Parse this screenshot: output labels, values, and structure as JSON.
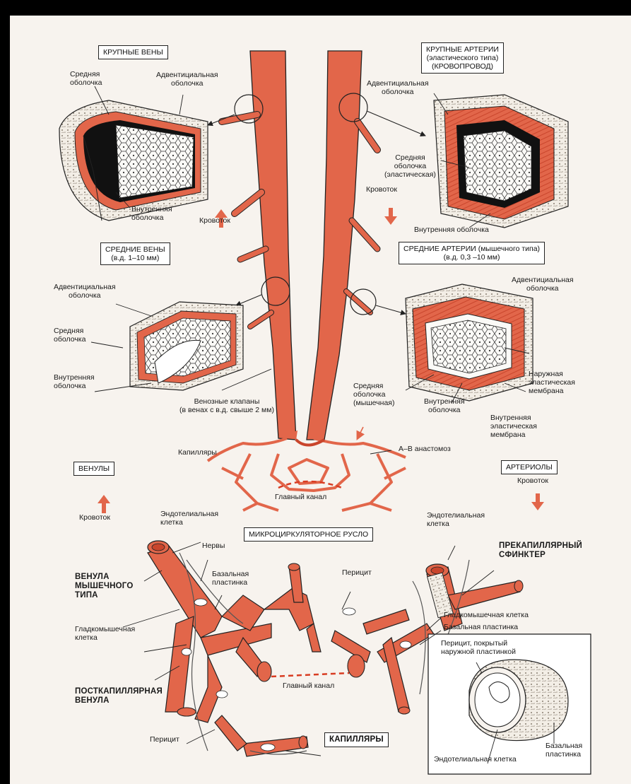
{
  "labels": {
    "large_veins_title": "КРУПНЫЕ ВЕНЫ",
    "lv_media": "Средняя\nоболочка",
    "lv_adventitia": "Адвентициальная\nоболочка",
    "lv_intima": "Внутренняя\nоболочка",
    "lv_flow": "Кровоток",
    "large_arteries_title": "КРУПНЫЕ АРТЕРИИ\n(эластического типа)\n(КРОВОПРОВОД)",
    "la_adventitia": "Адвентициальная\nоболочка",
    "la_media": "Средняя\nоболочка\n(эластическая)",
    "la_intima": "Внутренняя оболочка",
    "la_flow": "Кровоток",
    "medium_veins_title": "СРЕДНИЕ ВЕНЫ\n(в.д. 1–10 мм)",
    "mv_adventitia": "Адвентициальная\nоболочка",
    "mv_media": "Средняя\nоболочка",
    "mv_intima": "Внутренняя\nоболочка",
    "mv_valves": "Венозные клапаны\n(в венах с в.д. свыше 2 мм)",
    "medium_arteries_title": "СРЕДНИЕ АРТЕРИИ (мышечного типа)\n(в.д. 0,3 –10 мм)",
    "ma_adventitia": "Адвентициальная\nоболочка",
    "ma_media": "Средняя\nоболочка\n(мышечная)",
    "ma_intima": "Внутренняя\nоболочка",
    "ma_external_elastic": "Наружная\nэластическая\nмембрана",
    "ma_internal_elastic": "Внутренняя\nэластическая\nмембрана",
    "capillaries_small": "Капилляры",
    "av_anastomosis": "А–В анастомоз",
    "main_channel_top": "Главный  канал",
    "venules_title": "ВЕНУЛЫ",
    "venules_flow": "Кровоток",
    "arterioles_title": "АРТЕРИОЛЫ",
    "arterioles_flow": "Кровоток",
    "microcirculation_title": "МИКРОЦИРКУЛЯТОРНОЕ РУСЛО",
    "endothelial_left": "Эндотелиальная\nклетка",
    "nerves": "Нервы",
    "muscular_venule": "ВЕНУЛА\nМЫШЕЧНОГО\nТИПА",
    "basal_lamina_left": "Базальная\nпластинка",
    "pericyte_top": "Перицит",
    "smooth_muscle_left": "Гладкомышечная\nклетка",
    "postcapillary_venule": "ПОСТКАПИЛЛЯРНАЯ\nВЕНУЛА",
    "main_channel_bottom": "Главный канал",
    "pericyte_bottom": "Перицит",
    "capillaries_box": "КАПИЛЛЯРЫ",
    "endothelial_right": "Эндотелиальная\nклетка",
    "precapillary_sphincter": "ПРЕКАПИЛЛЯРНЫЙ\nСФИНКТЕР",
    "smooth_muscle_right": "Гладкомышечная клетка",
    "basal_lamina_right": "Базальная пластинка",
    "inset_pericyte": "Перицит, покрытый\nнаружной пластинкой",
    "inset_endothelial": "Эндотелиальная клетка",
    "inset_basal": "Базальная\nпластинка"
  },
  "colors": {
    "vessel": "#e2664a",
    "vessel_dark": "#c9452c",
    "ink": "#1a1a1a",
    "paper": "#f7f3ee"
  }
}
